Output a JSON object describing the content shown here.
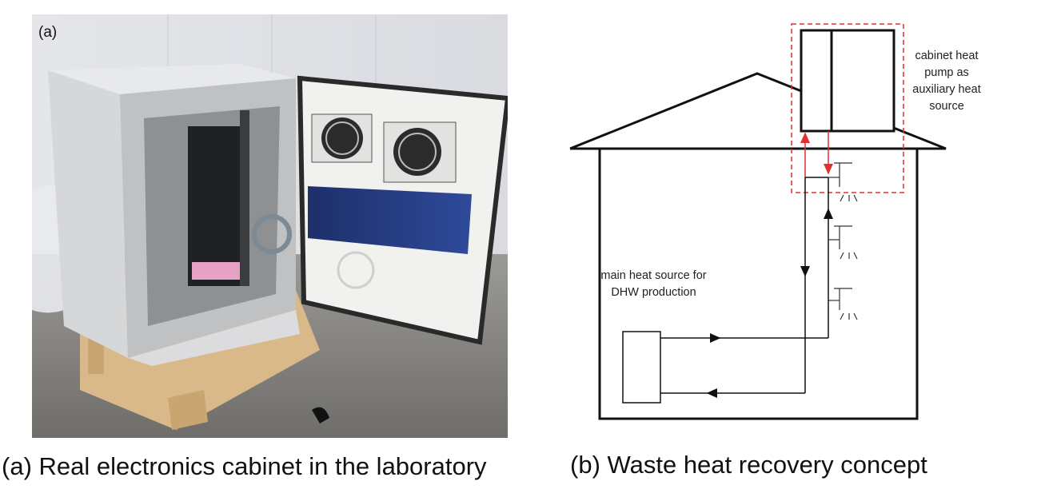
{
  "photo": {
    "tag": "(a)",
    "caption": "(a) Real electronics cabinet in the laboratory"
  },
  "diagram": {
    "caption": "(b) Waste heat recovery concept",
    "cabinet_label": "cabinet heat pump as auxiliary heat source",
    "main_label": "main heat source for DHW production",
    "colors": {
      "loop": "#111111",
      "highlight": "#e03030"
    }
  }
}
